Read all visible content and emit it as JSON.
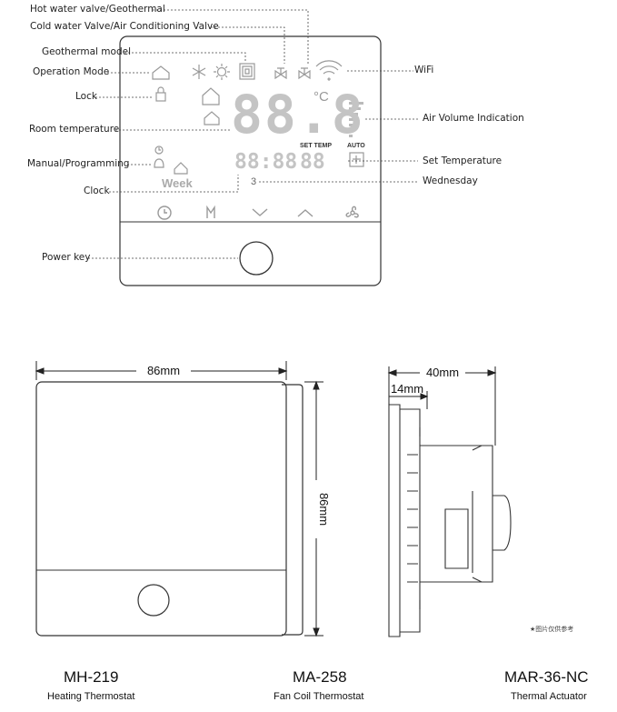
{
  "labels": {
    "hot_water_valve": "Hot water valve/Geothermal",
    "cold_water_valve": "Cold water Valve/Air Conditioning Valve",
    "geothermal_model": "Geothermal model",
    "operation_mode": "Operation Mode",
    "lock": "Lock",
    "room_temperature": "Room temperature",
    "manual_programming": "Manual/Programming",
    "clock": "Clock",
    "power_key": "Power key",
    "wifi": "WiFi",
    "air_volume": "Air Volume Indication",
    "set_temperature": "Set Temperature",
    "wednesday": "Wednesday"
  },
  "display": {
    "temp_digits": "88.8",
    "celsius": "°C",
    "set_temp_label": "SET TEMP",
    "auto_label": "AUTO",
    "clock_digits": "88:88",
    "set_digits": "88",
    "week_label": "Week",
    "day_number": "3"
  },
  "dimensions": {
    "width": "86mm",
    "height": "86mm",
    "depth_total": "40mm",
    "depth_front": "14mm"
  },
  "note": "★图片仅供参考",
  "products": [
    {
      "model": "MH-219",
      "desc": "Heating Thermostat"
    },
    {
      "model": "MA-258",
      "desc": "Fan Coil Thermostat"
    },
    {
      "model": "MAR-36-NC",
      "desc": "Thermal Actuator"
    }
  ],
  "colors": {
    "line": "#333333",
    "lcd": "#9a9a9a",
    "label": "#222222"
  }
}
